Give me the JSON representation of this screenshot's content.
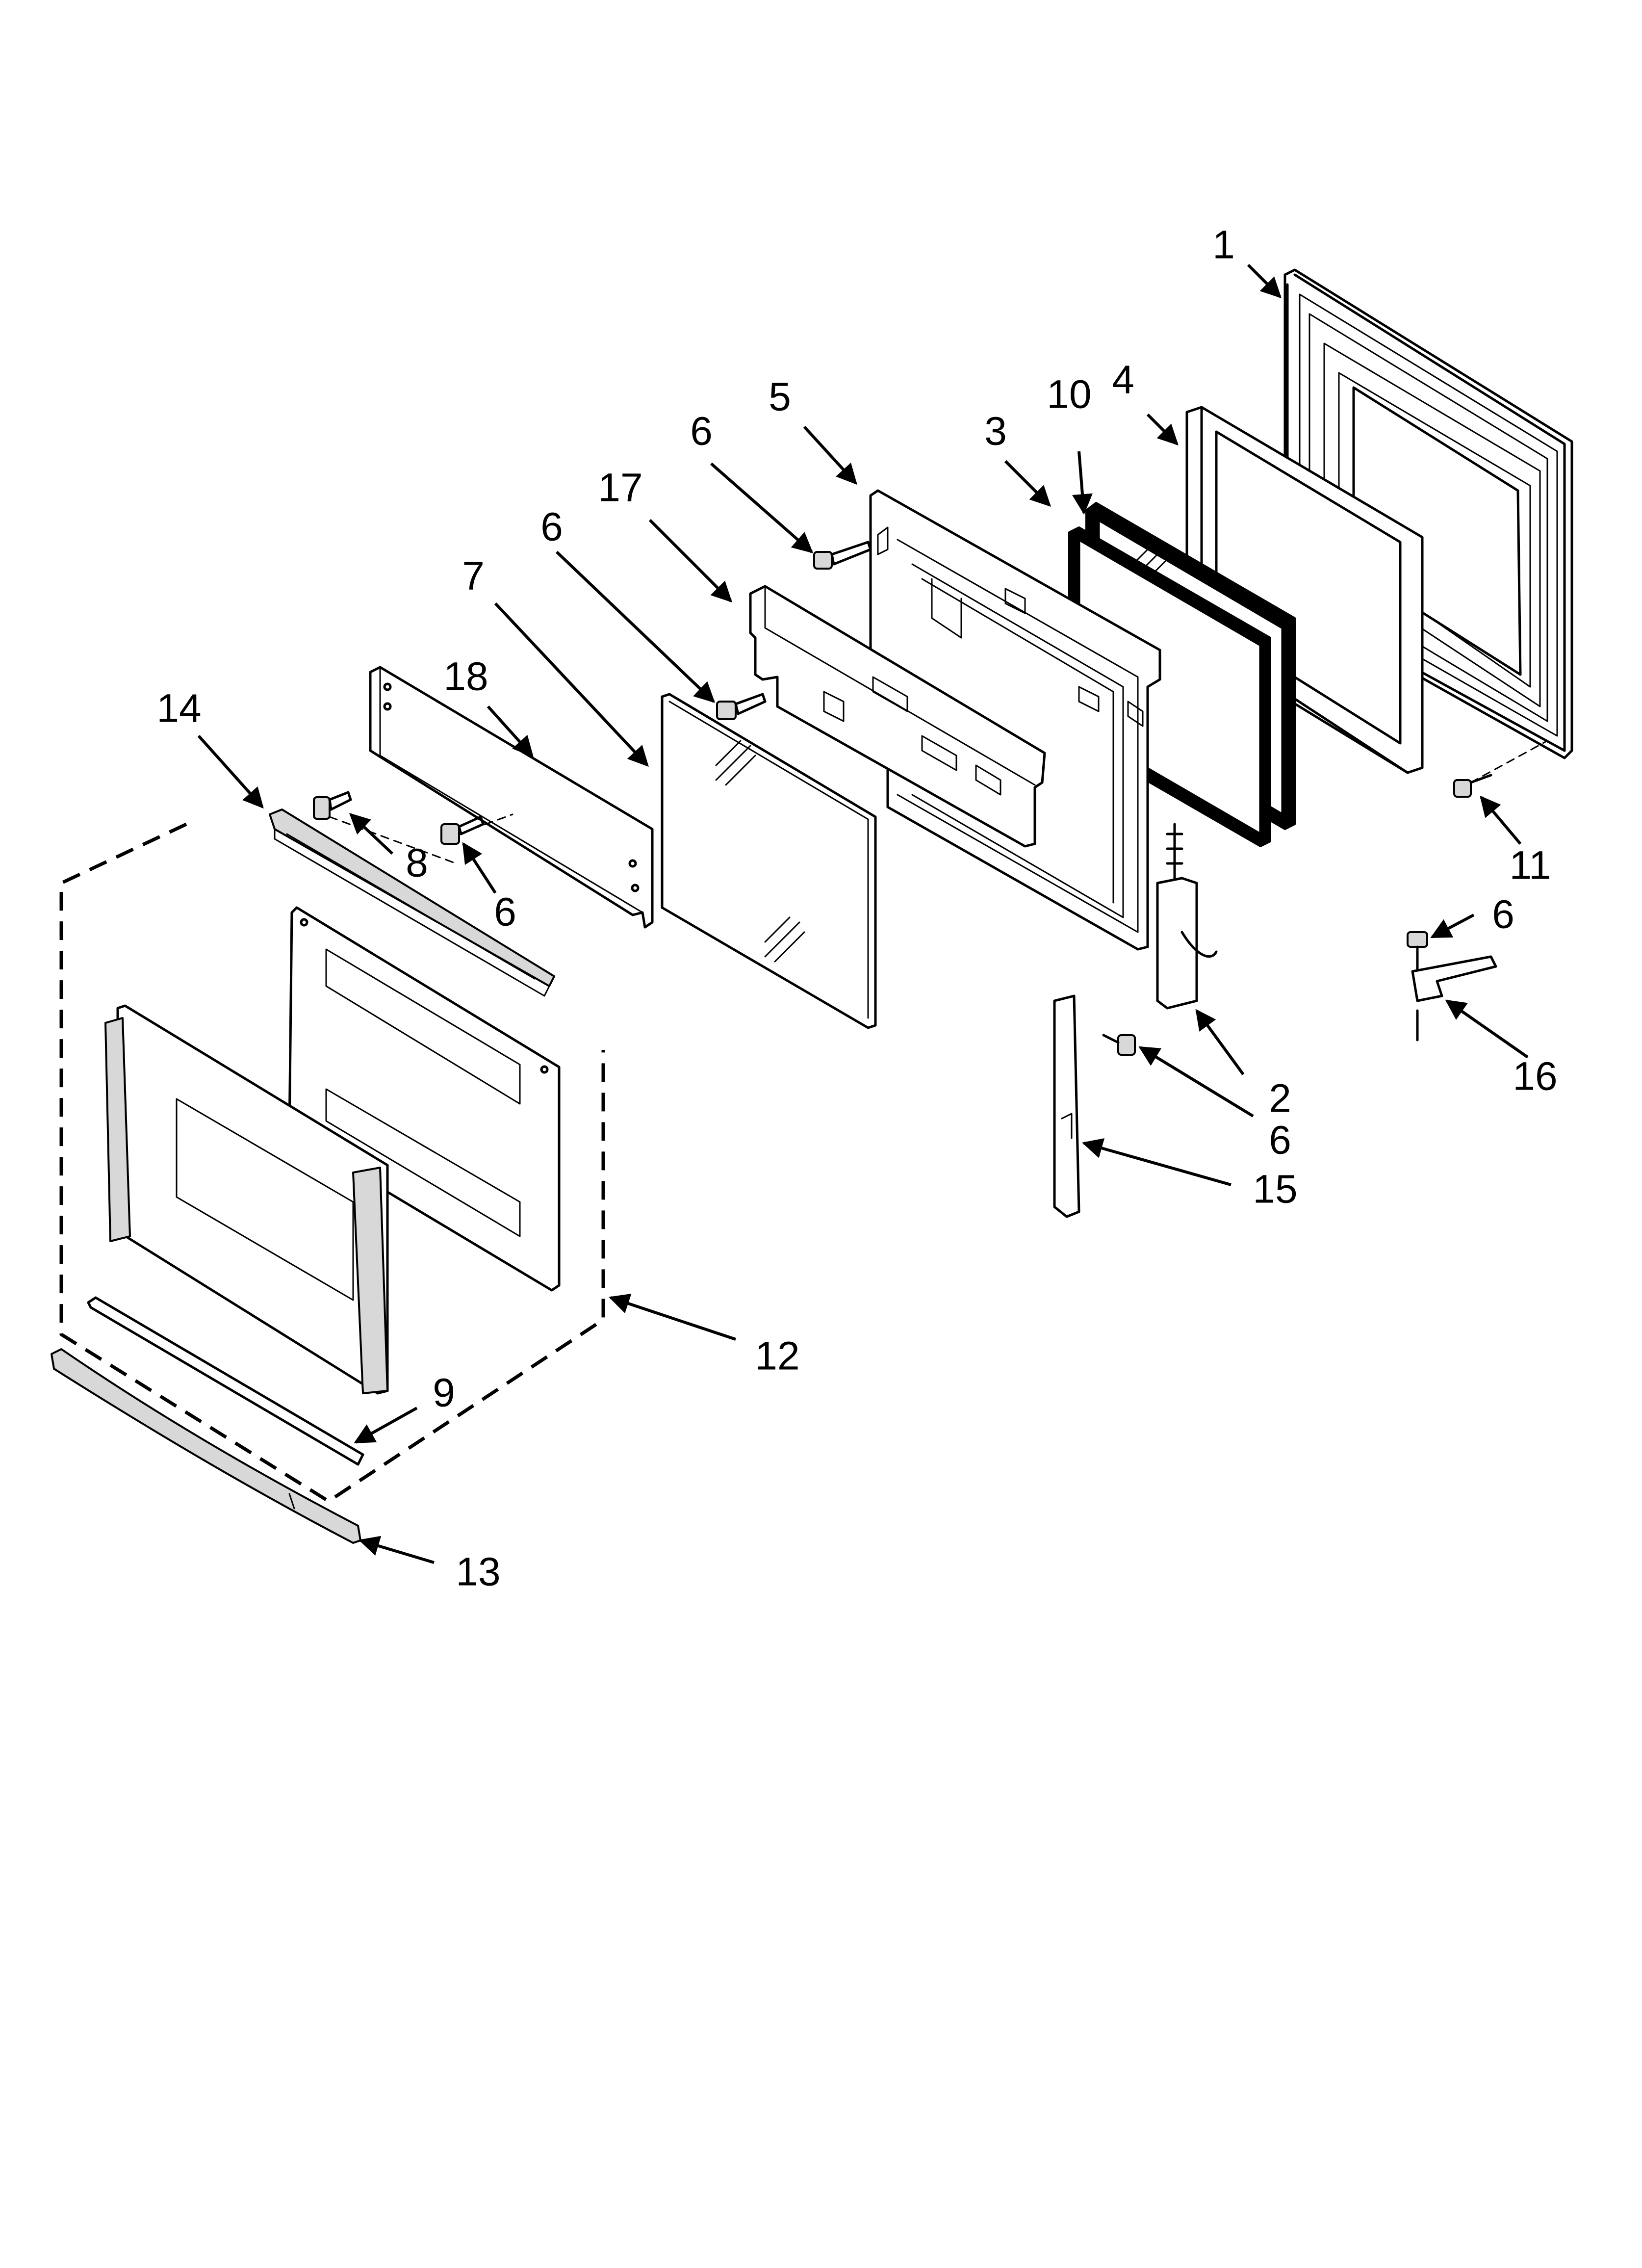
{
  "diagram": {
    "callouts": [
      {
        "id": "c1",
        "label": "1"
      },
      {
        "id": "c4",
        "label": "4"
      },
      {
        "id": "c10",
        "label": "10"
      },
      {
        "id": "c3",
        "label": "3"
      },
      {
        "id": "c5",
        "label": "5"
      },
      {
        "id": "c6a",
        "label": "6"
      },
      {
        "id": "c17",
        "label": "17"
      },
      {
        "id": "c6b",
        "label": "6"
      },
      {
        "id": "c7",
        "label": "7"
      },
      {
        "id": "c18",
        "label": "18"
      },
      {
        "id": "c14",
        "label": "14"
      },
      {
        "id": "c8",
        "label": "8"
      },
      {
        "id": "c6c",
        "label": "6"
      },
      {
        "id": "c11",
        "label": "11"
      },
      {
        "id": "c6d",
        "label": "6"
      },
      {
        "id": "c16",
        "label": "16"
      },
      {
        "id": "c2",
        "label": "2"
      },
      {
        "id": "c6e",
        "label": "6"
      },
      {
        "id": "c15",
        "label": "15"
      },
      {
        "id": "c12",
        "label": "12"
      },
      {
        "id": "c9",
        "label": "9"
      },
      {
        "id": "c13",
        "label": "13"
      }
    ]
  }
}
